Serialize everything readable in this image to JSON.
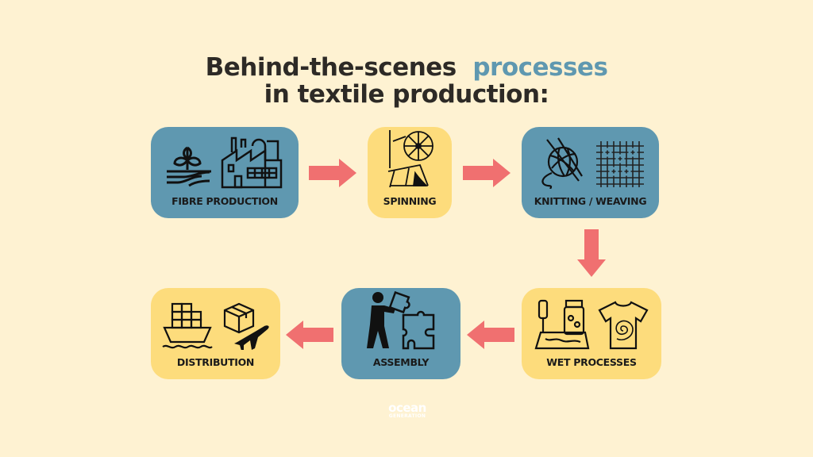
{
  "title": {
    "line1_part1": "Behind-the-scenes",
    "line1_highlight": "processes",
    "line2": "in textile production:"
  },
  "colors": {
    "background": "#fef2d2",
    "blue": "#5f98b0",
    "yellow": "#fddc7c",
    "arrow": "#f07070",
    "title": "#2d2a26"
  },
  "steps": [
    {
      "label": "FIBRE PRODUCTION",
      "icons": [
        "plant-field-icon",
        "factory-icon"
      ]
    },
    {
      "label": "SPINNING",
      "icons": [
        "spinning-wheel-icon"
      ]
    },
    {
      "label": "KNITTING / WEAVING",
      "icons": [
        "yarn-ball-needles-icon",
        "woven-fabric-icon"
      ]
    },
    {
      "label": "WET PROCESSES",
      "icons": [
        "dye-bottle-icon",
        "tie-dye-shirt-icon"
      ]
    },
    {
      "label": "ASSEMBLY",
      "icons": [
        "person-puzzle-icon"
      ]
    },
    {
      "label": "DISTRIBUTION",
      "icons": [
        "cargo-ship-icon",
        "package-plane-icon"
      ]
    }
  ],
  "logo": {
    "line1": "ocean",
    "line2": "GENERATION"
  }
}
